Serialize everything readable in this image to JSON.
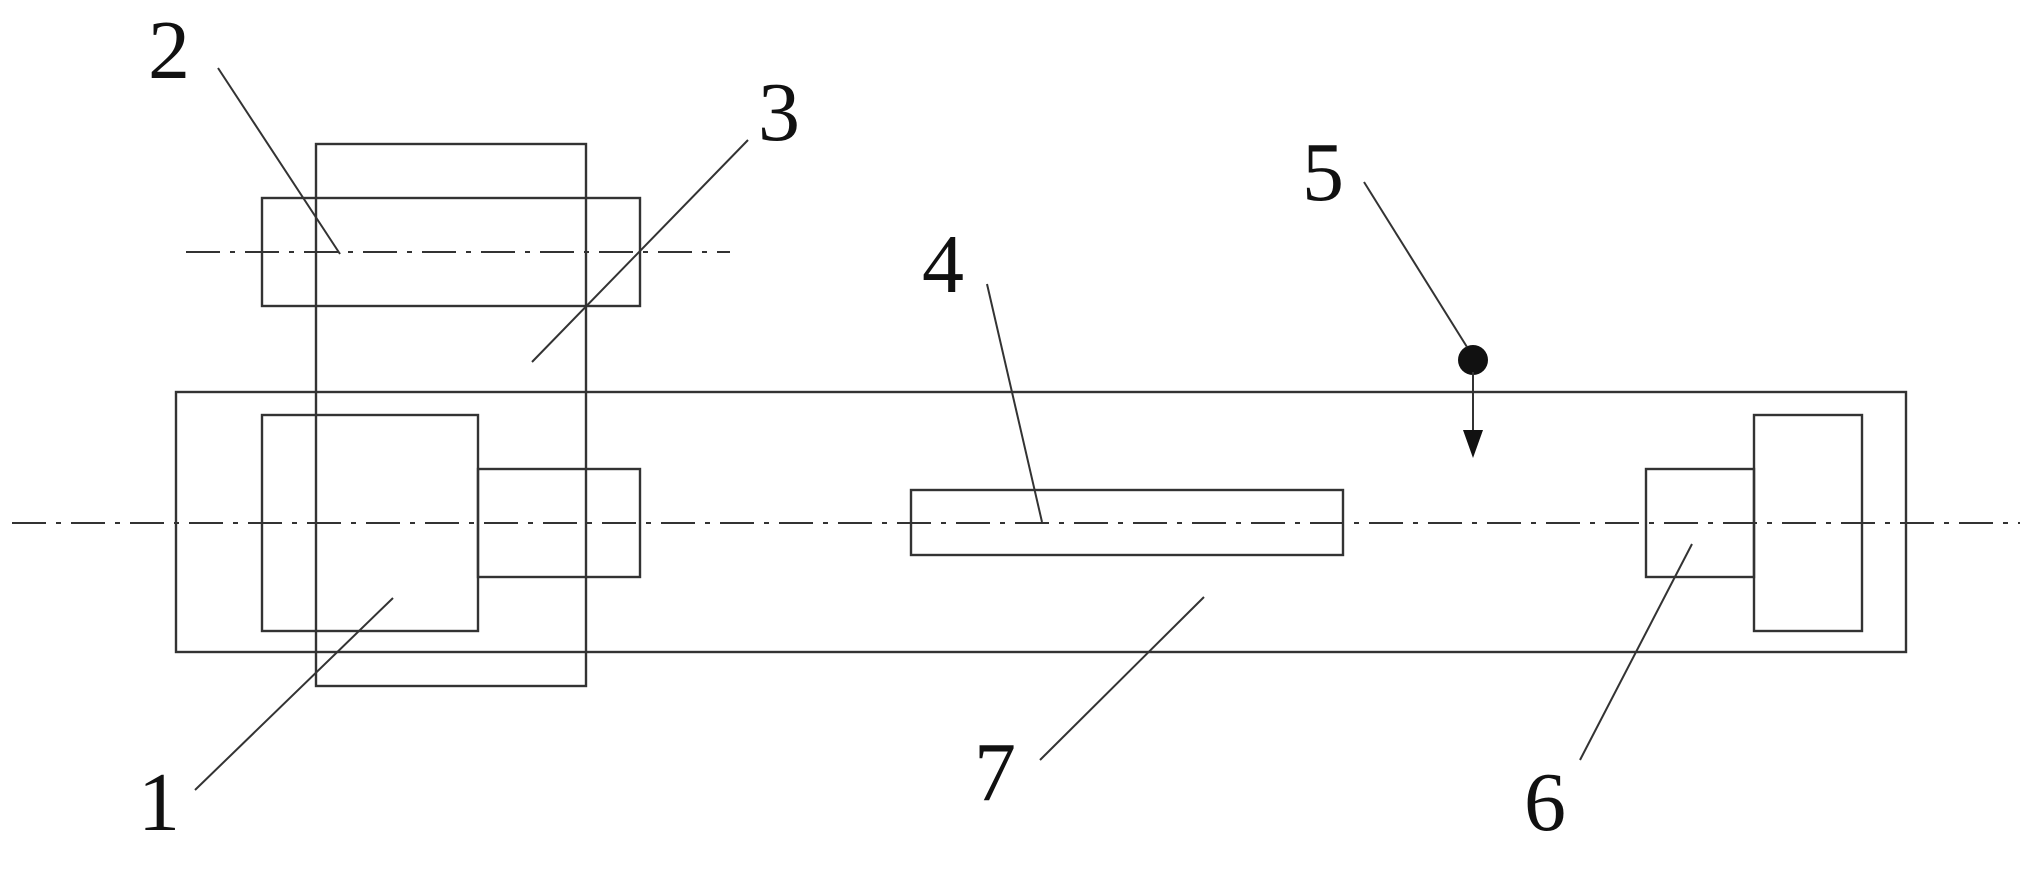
{
  "diagram": {
    "callouts": [
      {
        "id": "part-1",
        "label": "1"
      },
      {
        "id": "part-2",
        "label": "2"
      },
      {
        "id": "part-3",
        "label": "3"
      },
      {
        "id": "part-4",
        "label": "4"
      },
      {
        "id": "part-5",
        "label": "5"
      },
      {
        "id": "part-6",
        "label": "6"
      },
      {
        "id": "part-7",
        "label": "7"
      }
    ],
    "colors": {
      "line": "#333333",
      "text": "#111111",
      "background": "#ffffff"
    }
  }
}
